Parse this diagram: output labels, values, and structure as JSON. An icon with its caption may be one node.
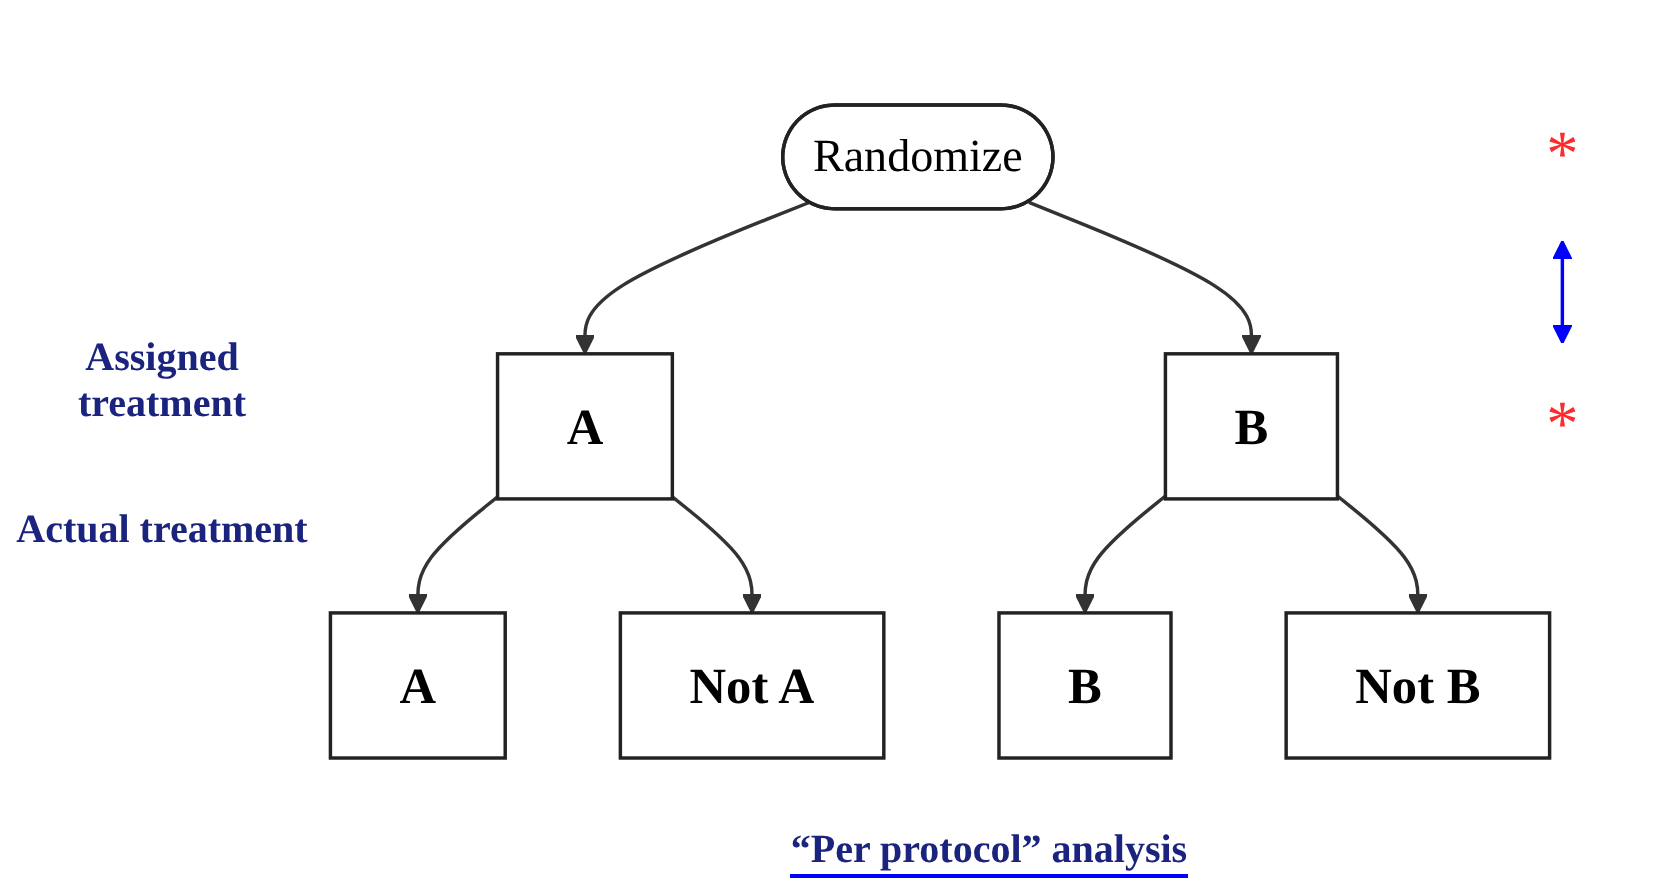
{
  "diagram": {
    "nodes": [
      {
        "text": [
          "Randomize"
        ]
      },
      {
        "text": [
          "A"
        ]
      },
      {
        "text": [
          "B"
        ]
      },
      {
        "text": [
          "A"
        ]
      },
      {
        "text": [
          "Not A"
        ]
      },
      {
        "text": [
          "B"
        ]
      },
      {
        "text": [
          "Not B"
        ]
      },
      {
        "text": [
          "*"
        ]
      },
      {
        "text": [
          "*"
        ]
      }
    ],
    "edges": [
      {
        "from": 0,
        "to": 1,
        "arrow": "to"
      },
      {
        "from": 0,
        "to": 2,
        "arrow": "to"
      },
      {
        "from": 1,
        "to": 3,
        "arrow": "to"
      },
      {
        "from": 1,
        "to": 4,
        "arrow": "to"
      },
      {
        "from": 2,
        "to": 5,
        "arrow": "to"
      },
      {
        "from": 2,
        "to": 6,
        "arrow": "to"
      },
      {
        "from": 7,
        "to": 8,
        "arrow": "both",
        "color": "#0000ff"
      }
    ],
    "labels": [
      "Assigned treatment",
      "Actual treatment",
      "“Per protocol” analysis"
    ]
  }
}
